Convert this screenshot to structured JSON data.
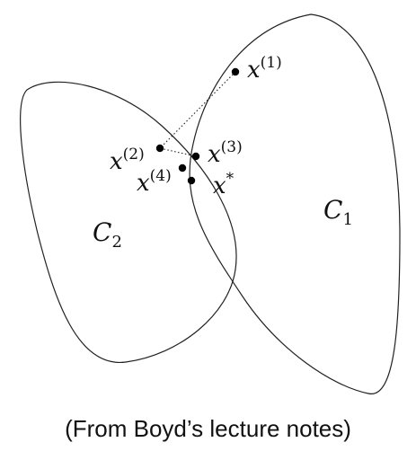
{
  "diagram": {
    "sets": [
      {
        "id": "C1",
        "label_base": "C",
        "label_sub": "1"
      },
      {
        "id": "C2",
        "label_base": "C",
        "label_sub": "2"
      }
    ],
    "points": [
      {
        "id": "x1",
        "label_base": "x",
        "label_sup": "(1)"
      },
      {
        "id": "x2",
        "label_base": "x",
        "label_sup": "(2)"
      },
      {
        "id": "x3",
        "label_base": "x",
        "label_sup": "(3)"
      },
      {
        "id": "x4",
        "label_base": "x",
        "label_sup": "(4)"
      },
      {
        "id": "xstar",
        "label_base": "x",
        "label_sup": "*"
      }
    ]
  },
  "caption": "(From Boyd’s lecture notes)"
}
